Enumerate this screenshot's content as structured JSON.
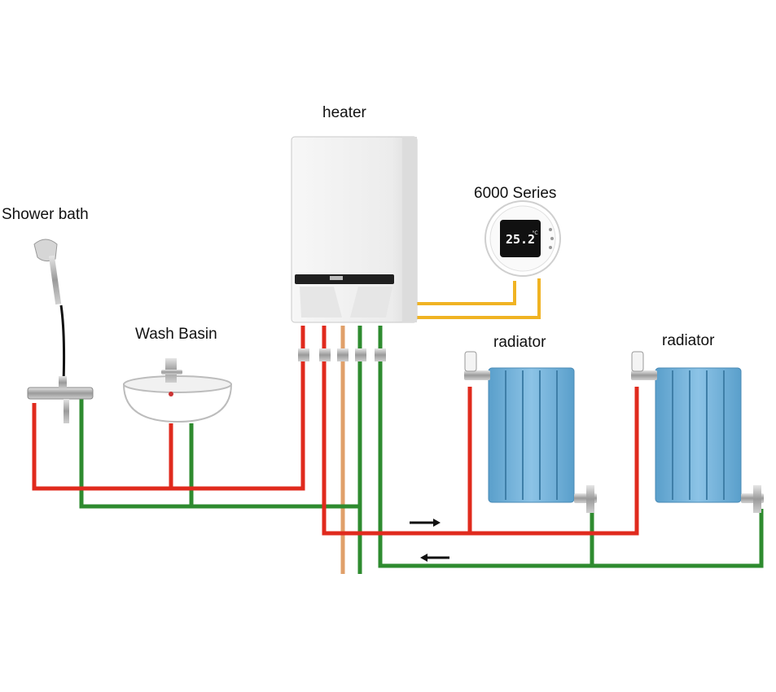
{
  "labels": {
    "heater": "heater",
    "thermostat": "6000 Series",
    "shower": "Shower bath",
    "basin": "Wash Basin",
    "radiator_1": "radiator",
    "radiator_2": "radiator"
  },
  "thermostat_display": {
    "temperature": "25.2",
    "unit": "°C"
  },
  "colors": {
    "hot_pipe": "#e02a1d",
    "return_pipe": "#2e8b2f",
    "gas_pipe": "#e0a06a",
    "control_wire": "#f0b323",
    "radiator": "#6aaed6",
    "heater_body": "#f3f3f3"
  }
}
